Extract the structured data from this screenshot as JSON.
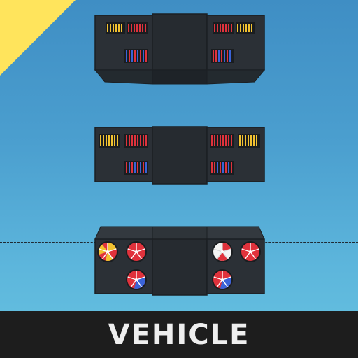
{
  "scene": {
    "category_label": "VEHICLE",
    "colors": {
      "sky_top": "#3f8ec4",
      "sky_bottom": "#66c2e0",
      "corner_ribbon": "#ffe45c",
      "module_body": "#2b3036",
      "module_edge": "#1b1f23",
      "light_yellow": "#f2c230",
      "light_red": "#e0323c",
      "light_blue": "#3a63d8",
      "light_white": "#f4f4f4",
      "label_bar": "#1d1d1d",
      "label_text": "#eeeeee"
    },
    "variants": [
      {
        "name": "strip-lights-angled",
        "left_top_row": [
          "yellow",
          "red"
        ],
        "left_bottom_row": [
          "blue-red"
        ],
        "right_top_row": [
          "red",
          "yellow"
        ],
        "right_bottom_row": [
          "red-blue"
        ]
      },
      {
        "name": "strip-lights-flat",
        "left_top_row": [
          "yellow",
          "red"
        ],
        "left_bottom_row": [
          "red-blue"
        ],
        "right_top_row": [
          "red",
          "yellow"
        ],
        "right_bottom_row": [
          "red-blue"
        ]
      },
      {
        "name": "rotating-beacons",
        "left_top_row": [
          "red-yellow",
          "red"
        ],
        "left_bottom_row": [
          "red-blue"
        ],
        "right_top_row": [
          "white-red",
          "red"
        ],
        "right_bottom_row": [
          "red-blue"
        ]
      }
    ]
  }
}
